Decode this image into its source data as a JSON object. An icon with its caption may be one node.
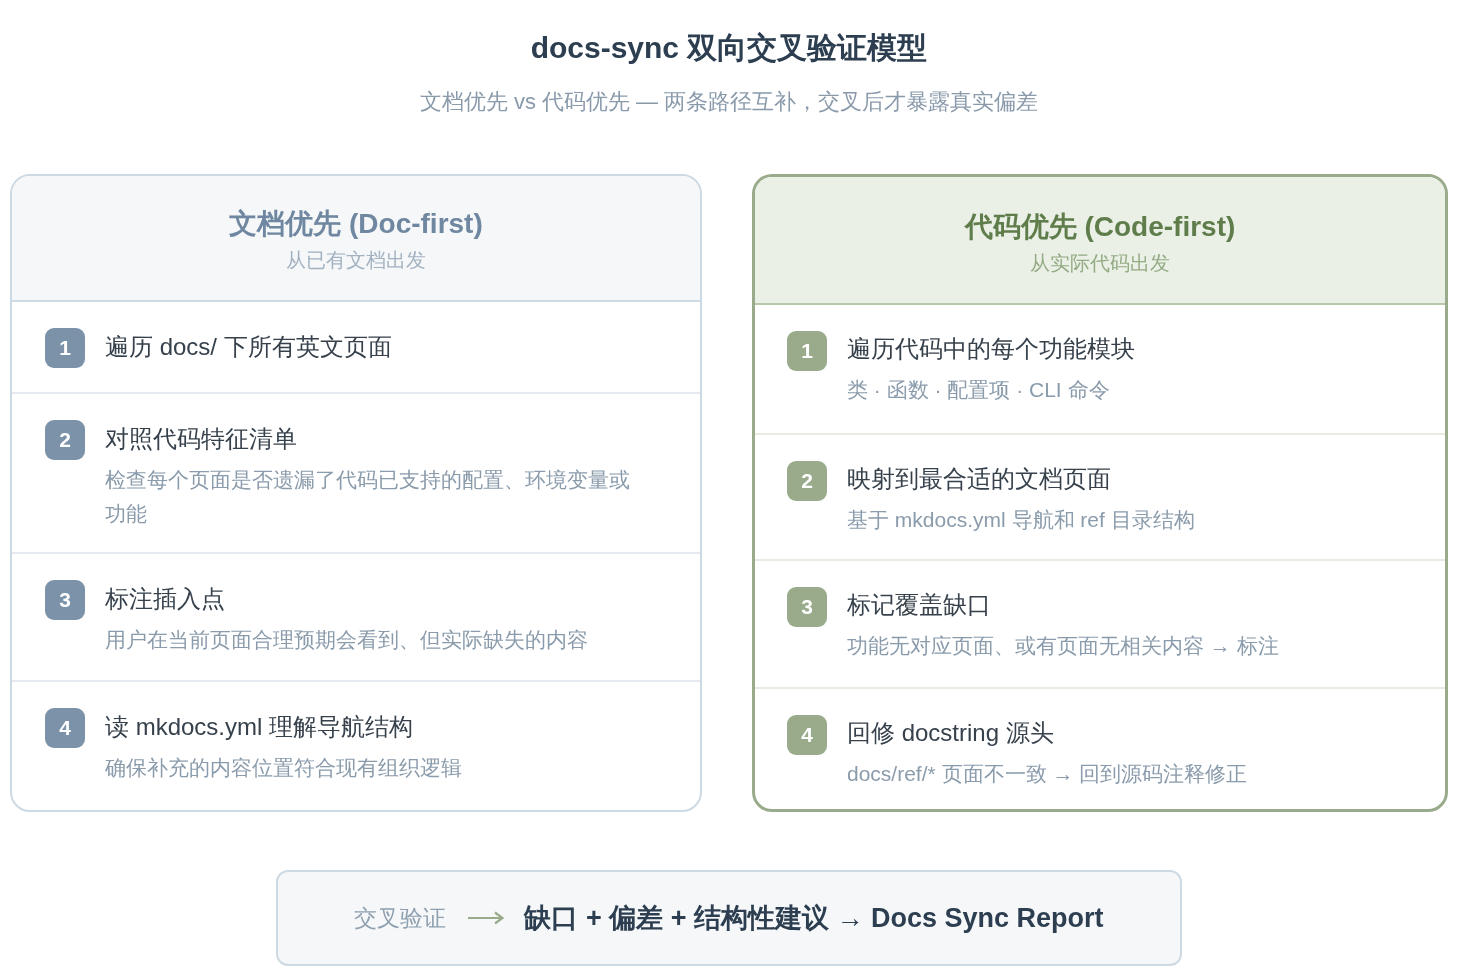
{
  "diagram": {
    "title": "docs-sync 双向交叉验证模型",
    "caption": "文档优先 vs 代码优先 — 两条路径互补，交叉后才暴露真实偏差",
    "nodes": [
      {
        "text": [
          "文档优先 (Doc-first)",
          "从已有文档出发"
        ]
      },
      {
        "text": [
          "1",
          "遍历 docs/ 下所有英文页面"
        ],
        "in": 0
      },
      {
        "text": [
          "2",
          "对照代码特征清单",
          "检查每个页面是否遗漏了代码已支持的配置、环境变量或功能"
        ],
        "in": 0
      },
      {
        "text": [
          "3",
          "标注插入点",
          "用户在当前页面合理预期会看到、但实际缺失的内容"
        ],
        "in": 0
      },
      {
        "text": [
          "4",
          "读 mkdocs.yml 理解导航结构",
          "确保补充的内容位置符合现有组织逻辑"
        ],
        "in": 0
      },
      {
        "text": [
          "代码优先 (Code-first)",
          "从实际代码出发"
        ]
      },
      {
        "text": [
          "1",
          "遍历代码中的每个功能模块",
          "类 · 函数 · 配置项 · CLI 命令"
        ],
        "in": 5
      },
      {
        "text": [
          "2",
          "映射到最合适的文档页面",
          "基于 mkdocs.yml 导航和 ref 目录结构"
        ],
        "in": 5
      },
      {
        "text": [
          "3",
          "标记覆盖缺口",
          "功能无对应页面、或有页面无相关内容 → 标注"
        ],
        "in": 5
      },
      {
        "text": [
          "4",
          "回修 docstring 源头",
          "docs/ref/* 页面不一致 → 回到源码注释修正"
        ],
        "in": 5
      },
      {
        "text": [
          "交叉验证",
          "缺口 + 偏差 + 结构性建议 → Docs Sync Report"
        ]
      }
    ]
  }
}
